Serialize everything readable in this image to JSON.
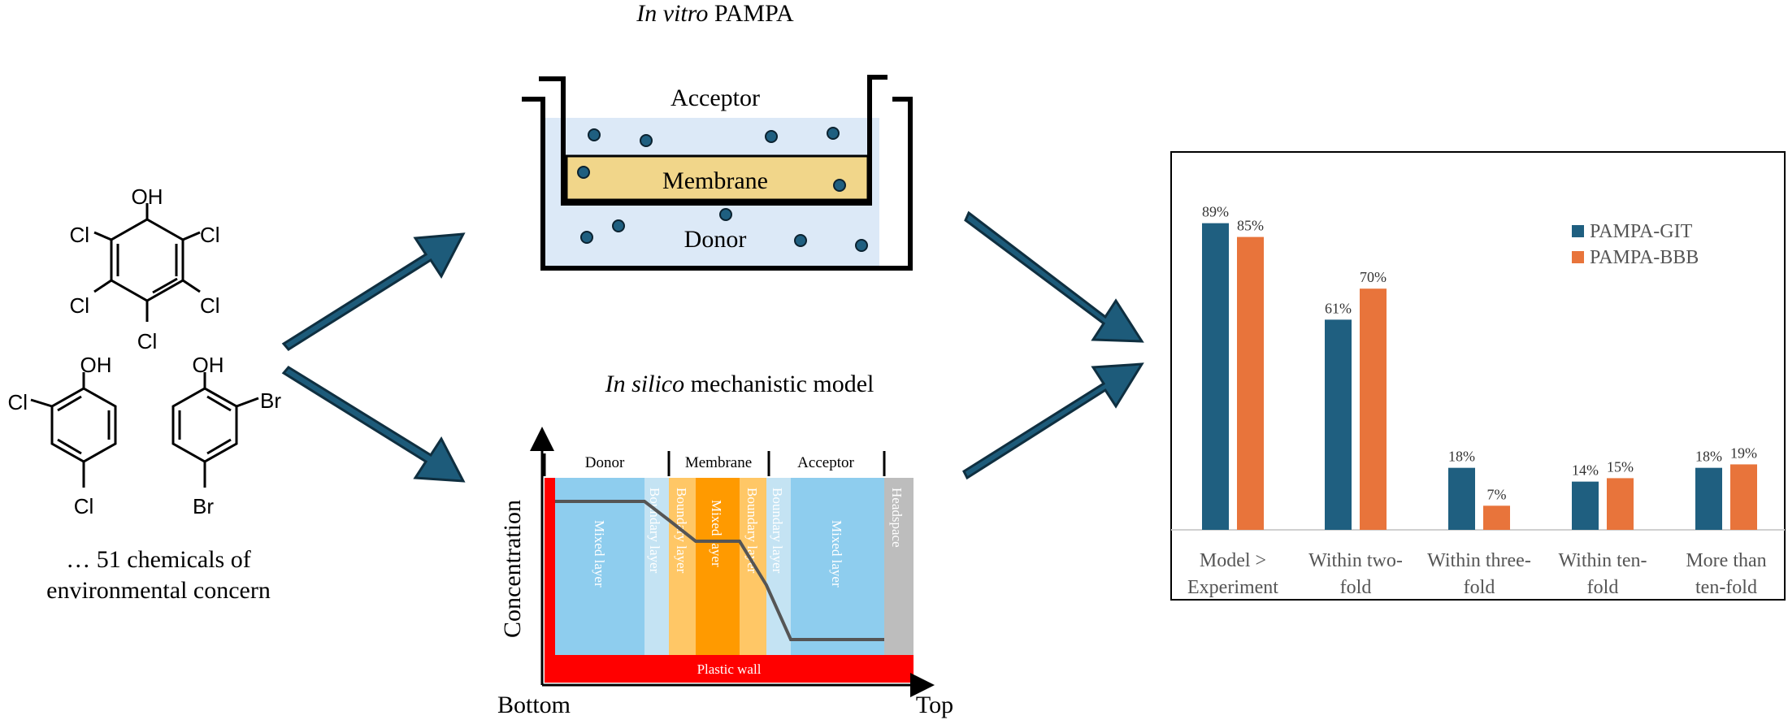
{
  "colors": {
    "arrow": "#1d5b7a",
    "arrow_stroke": "#0f2f40",
    "git": "#1f5f80",
    "bbb": "#e8743b",
    "plastic": "#ff0000",
    "mixed": "#8ecdee",
    "boundary_light": "#c4e3f3",
    "membrane_boundary": "#ffc766",
    "membrane_mixed": "#ff9a00",
    "headspace": "#bdbdbd",
    "pampa_membrane": "#f1d68a",
    "pampa_liquid": "#dce9f7",
    "dot": "#1f5f80"
  },
  "chemicals": {
    "pcp": {
      "oh": "OH",
      "cl_ul": "Cl",
      "cl_ur": "Cl",
      "cl_ll": "Cl",
      "cl_lr": "Cl",
      "cl_b": "Cl"
    },
    "dcp": {
      "oh": "OH",
      "cl_l": "Cl",
      "cl_b": "Cl"
    },
    "dbp": {
      "oh": "OH",
      "br_r": "Br",
      "br_b": "Br"
    },
    "caption_line1": "… 51 chemicals of",
    "caption_line2": "environmental concern"
  },
  "pampa": {
    "title_italic": "In vitro",
    "title_rest": " PAMPA",
    "acceptor": "Acceptor",
    "membrane": "Membrane",
    "donor": "Donor"
  },
  "model": {
    "title_italic": "In silico",
    "title_rest": " mechanistic model",
    "y_label": "Concentration",
    "x_left": "Bottom",
    "x_right": "Top",
    "donor": "Donor",
    "membrane": "Membrane",
    "acceptor": "Acceptor",
    "layer_mixed_1": "Mixed layer",
    "layer_boundary_1": "Boundary layer",
    "layer_boundary_2": "Boundary layer",
    "layer_mixed_2": "Mixed layer",
    "layer_boundary_3": "Boundary layer",
    "layer_boundary_4": "Boundary layer",
    "layer_mixed_3": "Mixed layer",
    "layer_headspace": "Headspace",
    "plastic_wall": "Plastic wall"
  },
  "chart_data": {
    "type": "bar",
    "categories": [
      [
        "Model >",
        "Experiment"
      ],
      [
        "Within two-",
        "fold"
      ],
      [
        "Within three-",
        "fold"
      ],
      [
        "Within ten-",
        "fold"
      ],
      [
        "More than",
        "ten-fold"
      ]
    ],
    "series": [
      {
        "name": "PAMPA-GIT",
        "values": [
          89,
          61,
          18,
          14,
          18
        ],
        "labels": [
          "89%",
          "61%",
          "18%",
          "14%",
          "18%"
        ]
      },
      {
        "name": "PAMPA-BBB",
        "values": [
          85,
          70,
          7,
          15,
          19
        ],
        "labels": [
          "85%",
          "70%",
          "7%",
          "15%",
          "19%"
        ]
      }
    ],
    "ylim": [
      0,
      100
    ],
    "legend": "top-right"
  }
}
